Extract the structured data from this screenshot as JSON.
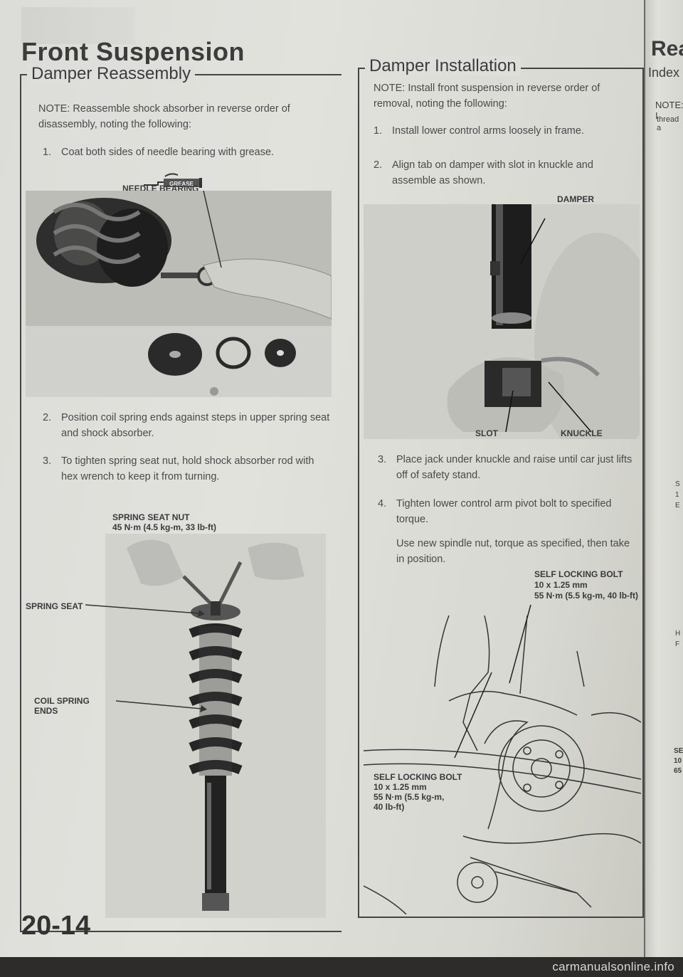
{
  "page": {
    "title": "Front Suspension",
    "page_number": "20-14",
    "watermark": "carmanualsonline.info"
  },
  "left": {
    "heading": "Damper Reassembly",
    "note": "NOTE: Reassemble shock absorber in reverse order of disassembly, noting the following:",
    "steps": [
      {
        "num": "1.",
        "text": "Coat both sides of needle bearing with grease."
      },
      {
        "num": "2.",
        "text": "Position coil spring ends against steps in upper spring seat and shock absorber."
      },
      {
        "num": "3.",
        "text": "To tighten spring seat nut, hold shock absorber rod with hex wrench to keep it from turning."
      }
    ],
    "grease_tag": "GREASE",
    "labels": {
      "needle_bearing": "NEEDLE BEARING",
      "spring_seat_nut": "SPRING SEAT NUT",
      "spring_seat_nut_torque": "45 N·m (4.5 kg-m, 33 lb-ft)",
      "spring_seat": "SPRING SEAT",
      "coil_spring_ends_1": "COIL SPRING",
      "coil_spring_ends_2": "ENDS"
    }
  },
  "right": {
    "heading": "Damper Installation",
    "note": "NOTE: Install front suspension in reverse order of removal, noting the following:",
    "steps": [
      {
        "num": "1.",
        "text": "Install lower control arms loosely in frame."
      },
      {
        "num": "2.",
        "text": "Align tab on damper with slot in knuckle and assemble as shown."
      },
      {
        "num": "3.",
        "text": "Place jack under knuckle and raise until car just lifts off of safety stand."
      },
      {
        "num": "4.",
        "text": "Tighten lower control arm pivot bolt to specified torque."
      }
    ],
    "extra": "Use new spindle nut, torque as specified, then take in position.",
    "labels": {
      "damper": "DAMPER",
      "slot": "SLOT",
      "knuckle": "KNUCKLE",
      "bolt_top_1": "SELF LOCKING BOLT",
      "bolt_top_2": "10 x 1.25 mm",
      "bolt_top_3": "55 N·m (5.5 kg-m, 40 lb-ft)",
      "bolt_bottom_1": "SELF LOCKING BOLT",
      "bolt_bottom_2": "10 x 1.25 mm",
      "bolt_bottom_3": "55 N·m (5.5 kg-m,",
      "bolt_bottom_4": "40 lb-ft)"
    }
  },
  "edge": {
    "title": "Rea",
    "sub": "Index",
    "note": "NOTE: I",
    "note2": "thread a",
    "frag1": "S",
    "frag2": "1",
    "frag3": "E",
    "frag4": "H",
    "frag5": "F",
    "frag6": "SE",
    "frag7": "10",
    "frag8": "65"
  }
}
